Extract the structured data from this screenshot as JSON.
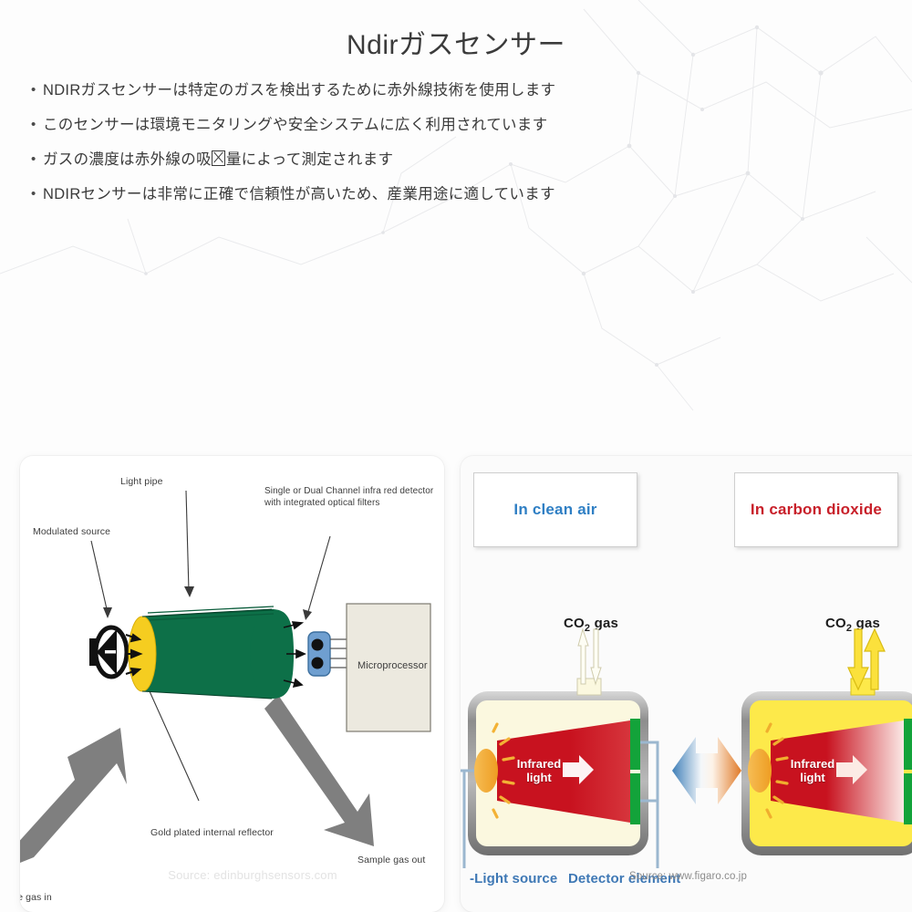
{
  "slide": {
    "title": "Ndirガスセンサー",
    "bullet_marker": "•",
    "bullets": [
      {
        "pre": "NDIRガスセンサーは特定のガスを検出するために赤外線技術を使用します",
        "tofu": false,
        "post": ""
      },
      {
        "pre": "このセンサーは環境モニタリングや安全システムに広く利用されています",
        "tofu": false,
        "post": ""
      },
      {
        "pre": "ガスの濃度は赤外線の吸",
        "tofu": true,
        "post": "量によって測定されます"
      },
      {
        "pre": "NDIRセンサーは非常に正確で信頼性が高いため、産業用途に適しています",
        "tofu": false,
        "post": ""
      }
    ]
  },
  "left_diagram": {
    "labels": {
      "light_pipe": "Light pipe",
      "modulated_source": "Modulated source",
      "detector": "Single or Dual Channel infra red detector\nwith integrated optical filters",
      "detector_line1": "Single or Dual Channel infra red detector",
      "detector_line2": "with integrated optical filters",
      "microprocessor": "Microprocessor",
      "gold_reflector": "Gold plated internal reflector",
      "sample_gas_out": "Sample gas out",
      "sample_gas_in": "mple gas in"
    },
    "source": "Source: edinburghsensors.com",
    "colors": {
      "cylinder_body": "#0d7048",
      "reflector_end": "#f5cd20",
      "detector_package": "#6f9fd0",
      "microprocessor_box": "#ece9df",
      "gas_arrow": "#7f7f7f"
    }
  },
  "right_diagram": {
    "condition_clean": "In clean air",
    "condition_co2": "In carbon dioxide",
    "gas_label": "CO2 gas",
    "gas_label_main": "CO",
    "gas_label_sub": "2",
    "gas_label_tail": " gas",
    "infrared_line1": "Infrared",
    "infrared_line2": "light",
    "legend_light_source": "-Light source",
    "legend_detector_element": "Detector element",
    "source": "Source: www.figaro.co.jp",
    "colors": {
      "clean_text": "#2f7fc4",
      "co2_text": "#c8202a",
      "chamber_clean_fill": "#fbf8df",
      "chamber_co2_fill": "#fde94a",
      "ir_beam": "#c8121f",
      "detector_green": "#13a33a",
      "light_source": "#f2a83a",
      "arrow_blue": "#3f7fb8",
      "arrow_orange": "#e07a28"
    }
  }
}
